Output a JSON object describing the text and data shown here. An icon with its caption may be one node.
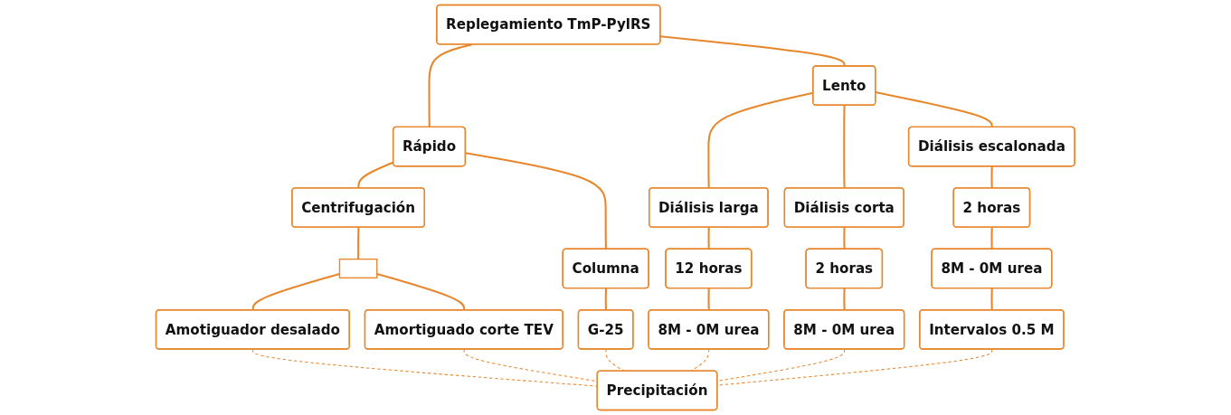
{
  "diagram": {
    "nodes": [
      {
        "text": [
          "Replegamiento TmP-PylRS"
        ]
      },
      {
        "text": [
          "Rápido"
        ]
      },
      {
        "text": [
          "Centrifugación"
        ]
      },
      {
        "text": [
          "Columna"
        ]
      },
      {
        "text": [],
        "shape": "box"
      },
      {
        "text": [
          "G-25"
        ]
      },
      {
        "text": [
          "Amotiguador desalado"
        ]
      },
      {
        "text": [
          "Amortiguado corte TEV"
        ]
      },
      {
        "text": [
          "Lento"
        ]
      },
      {
        "text": [
          "Diálisis larga"
        ]
      },
      {
        "text": [
          "Diálisis corta"
        ]
      },
      {
        "text": [
          "Diálisis escalonada"
        ]
      },
      {
        "text": [
          "12 horas"
        ]
      },
      {
        "text": [
          "2 horas"
        ]
      },
      {
        "text": [
          "2 horas"
        ]
      },
      {
        "text": [
          "8M - 0M urea"
        ]
      },
      {
        "text": [
          "8M - 0M urea"
        ]
      },
      {
        "text": [
          "8M - 0M urea"
        ]
      },
      {
        "text": [
          "Intervalos 0.5 M"
        ]
      },
      {
        "text": [
          "Precipitación"
        ]
      }
    ],
    "edges": [
      {
        "from": 0,
        "to": 1,
        "arrow": "none"
      },
      {
        "from": 1,
        "to": 2,
        "arrow": "none"
      },
      {
        "from": 1,
        "to": 3,
        "arrow": "none"
      },
      {
        "from": 2,
        "to": 4,
        "arrow": "none"
      },
      {
        "from": 3,
        "to": 5,
        "arrow": "none"
      },
      {
        "from": 4,
        "to": 6,
        "arrow": "none"
      },
      {
        "from": 4,
        "to": 7,
        "arrow": "none"
      },
      {
        "from": 0,
        "to": 8,
        "arrow": "none"
      },
      {
        "from": 8,
        "to": 9,
        "arrow": "none"
      },
      {
        "from": 8,
        "to": 10,
        "arrow": "none"
      },
      {
        "from": 8,
        "to": 11,
        "arrow": "none"
      },
      {
        "from": 9,
        "to": 12,
        "arrow": "none"
      },
      {
        "from": 10,
        "to": 13,
        "arrow": "none"
      },
      {
        "from": 11,
        "to": 14,
        "arrow": "none"
      },
      {
        "from": 12,
        "to": 15,
        "arrow": "none"
      },
      {
        "from": 13,
        "to": 16,
        "arrow": "none"
      },
      {
        "from": 14,
        "to": 17,
        "arrow": "none"
      },
      {
        "from": 17,
        "to": 18,
        "arrow": "none"
      },
      {
        "from": 6,
        "to": 19,
        "arrow": "none",
        "style": "dashed"
      },
      {
        "from": 7,
        "to": 19,
        "arrow": "none",
        "style": "dashed"
      },
      {
        "from": 5,
        "to": 19,
        "arrow": "none",
        "style": "dashed"
      },
      {
        "from": 15,
        "to": 19,
        "arrow": "none",
        "style": "dashed"
      },
      {
        "from": 16,
        "to": 19,
        "arrow": "none",
        "style": "dashed"
      },
      {
        "from": 18,
        "to": 19,
        "arrow": "none",
        "style": "dashed"
      }
    ]
  }
}
